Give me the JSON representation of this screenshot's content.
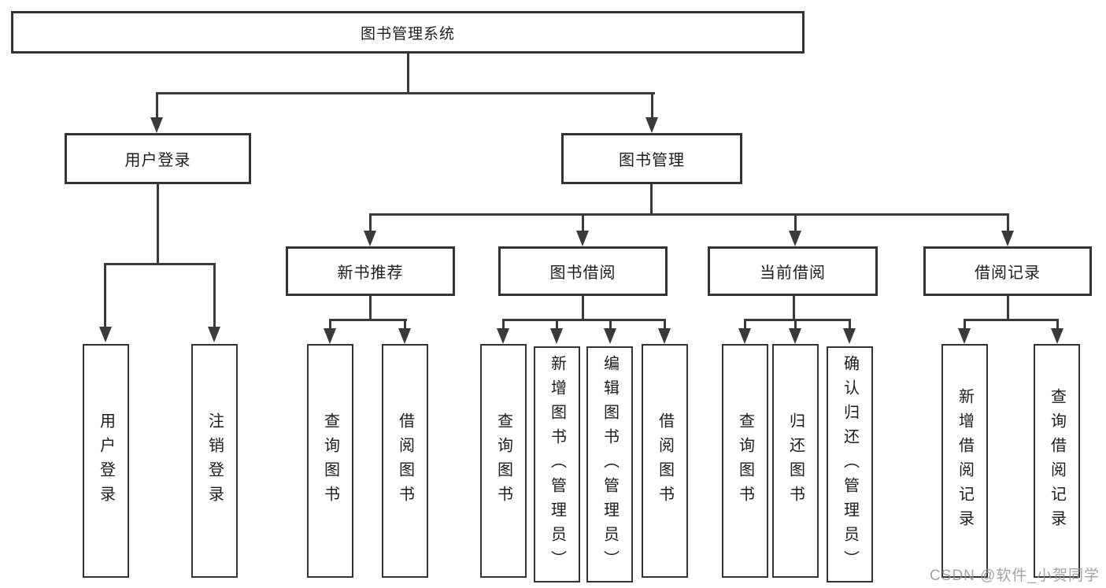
{
  "colors": {
    "background": "#ffffff",
    "box_border": "#333333",
    "line": "#3a3a3a",
    "text": "#1c1c1c",
    "watermark": "#969696"
  },
  "tree": {
    "label": "图书管理系统",
    "children": [
      {
        "label": "用户登录",
        "children": [
          {
            "label": "用户登录"
          },
          {
            "label": "注销登录"
          }
        ]
      },
      {
        "label": "图书管理",
        "children": [
          {
            "label": "新书推荐",
            "children": [
              {
                "label": "查询图书"
              },
              {
                "label": "借阅图书"
              }
            ]
          },
          {
            "label": "图书借阅",
            "children": [
              {
                "label": "查询图书"
              },
              {
                "label": "新增图书（管理员）"
              },
              {
                "label": "编辑图书（管理员）"
              },
              {
                "label": "借阅图书"
              }
            ]
          },
          {
            "label": "当前借阅",
            "children": [
              {
                "label": "查询图书"
              },
              {
                "label": "归还图书"
              },
              {
                "label": "确认归还（管理员）"
              }
            ]
          },
          {
            "label": "借阅记录",
            "children": [
              {
                "label": "新增借阅记录"
              },
              {
                "label": "查询借阅记录"
              }
            ]
          }
        ]
      }
    ]
  },
  "watermark": "CSDN @软件_小贺同学"
}
